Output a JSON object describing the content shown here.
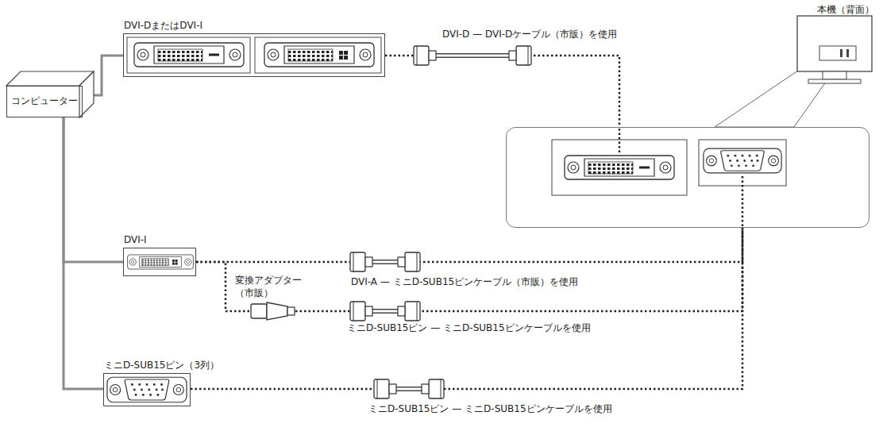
{
  "diagram": {
    "nodes": [
      {
        "text": [
          "コンピューター"
        ]
      },
      {
        "text": [
          "DVI-DまたはDVI-I"
        ]
      },
      {
        "text": [
          "DVI-I"
        ]
      },
      {
        "text": [
          "ミニD-SUB15ピン（3列）"
        ]
      },
      {
        "text": [
          "本機（背面）"
        ]
      }
    ],
    "edges": [
      {
        "from": 0,
        "to": 1,
        "arrow": "none"
      },
      {
        "from": 0,
        "to": 2,
        "arrow": "none"
      },
      {
        "from": 0,
        "to": 3,
        "arrow": "none"
      },
      {
        "from": 1,
        "to": 4,
        "label": "DVI-D — DVI-Dケーブル（市販）を使用",
        "arrow": "none"
      },
      {
        "from": 2,
        "to": 4,
        "label": "DVI-A — ミニD-SUB15ピンケーブル（市販）を使用",
        "arrow": "none"
      },
      {
        "from": 2,
        "to": 4,
        "label": "ミニD-SUB15ピン — ミニD-SUB15ピンケーブルを使用",
        "arrow": "none"
      },
      {
        "from": 3,
        "to": 4,
        "label": "ミニD-SUB15ピン — ミニD-SUB15ピンケーブルを使用",
        "arrow": "none"
      }
    ],
    "labels": [
      "変換アダプター（市販）"
    ]
  }
}
